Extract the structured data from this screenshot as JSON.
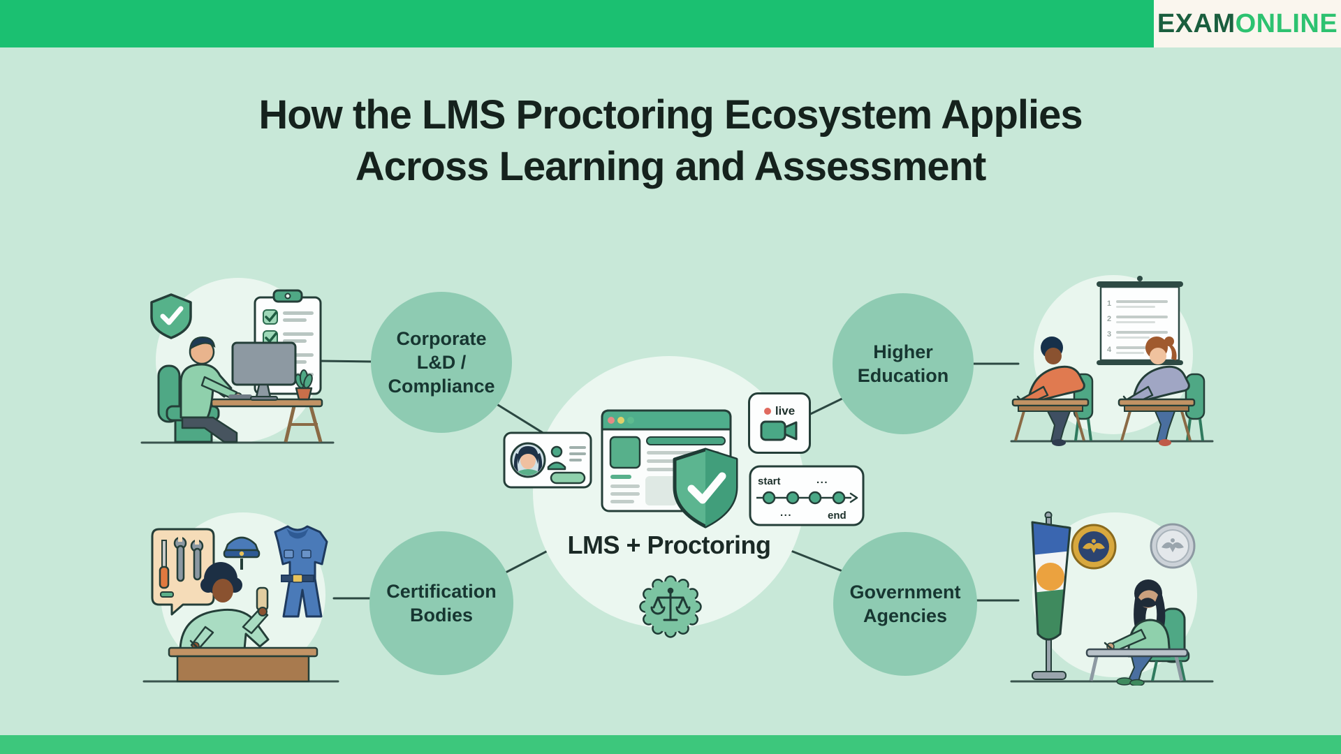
{
  "header": {
    "bar_color": "#1bc071",
    "logo": {
      "exam": "EXAM",
      "online": "ONLINE",
      "exam_color": "#1a5e3e",
      "online_color": "#2dc270",
      "background": "#faf6ee"
    }
  },
  "title": {
    "line1": "How the LMS Proctoring Ecosystem Applies",
    "line2": "Across Learning and Assessment"
  },
  "center": {
    "label": "LMS + Proctoring",
    "live_label": "live",
    "workflow": {
      "start": "start",
      "end": "end",
      "ellipsis_top": "...",
      "ellipsis_bottom": "..."
    }
  },
  "nodes": [
    {
      "id": "corporate",
      "lines": [
        "Corporate",
        "L&D /",
        "Compliance"
      ]
    },
    {
      "id": "higher-education",
      "lines": [
        "Higher",
        "Education"
      ]
    },
    {
      "id": "certification-bodies",
      "lines": [
        "Certification",
        "Bodies"
      ]
    },
    {
      "id": "government-agencies",
      "lines": [
        "Government",
        "Agencies"
      ]
    }
  ],
  "scenes": {
    "higher_education": {
      "poster_numbers": [
        "1",
        "2",
        "3",
        "4"
      ]
    }
  },
  "icons": {
    "shield-check-icon": "green shield with white checkmark",
    "checklist-clipboard-icon": "clipboard with green checked items",
    "id-card-icon": "identity verification card with avatar",
    "live-camera-icon": "live video camera badge with red dot",
    "workflow-steps-icon": "start to end step timeline with nodes",
    "scales-badge-icon": "scalloped seal with scales of justice",
    "browser-window-icon": "LMS browser window",
    "police-cap-icon": "police cap",
    "uniform-icon": "blue coveralls uniform",
    "tools-board-icon": "board with screwdriver and wrenches",
    "national-flag-icon": "striped flag with orange disc",
    "government-seal-gold-icon": "gold and navy eagle seal",
    "government-seal-silver-icon": "silver eagle seal"
  },
  "colors": {
    "background_mint": "#c8e8d8",
    "top_bar_green": "#1bc071",
    "bottom_bar_green": "#3dc77c",
    "node_circle_green": "#8ecbb2",
    "center_circle": "#ebf7f0",
    "outline_dark": "#243e38",
    "live_red": "#e06a5f",
    "illustration_green": "#4fa885"
  }
}
